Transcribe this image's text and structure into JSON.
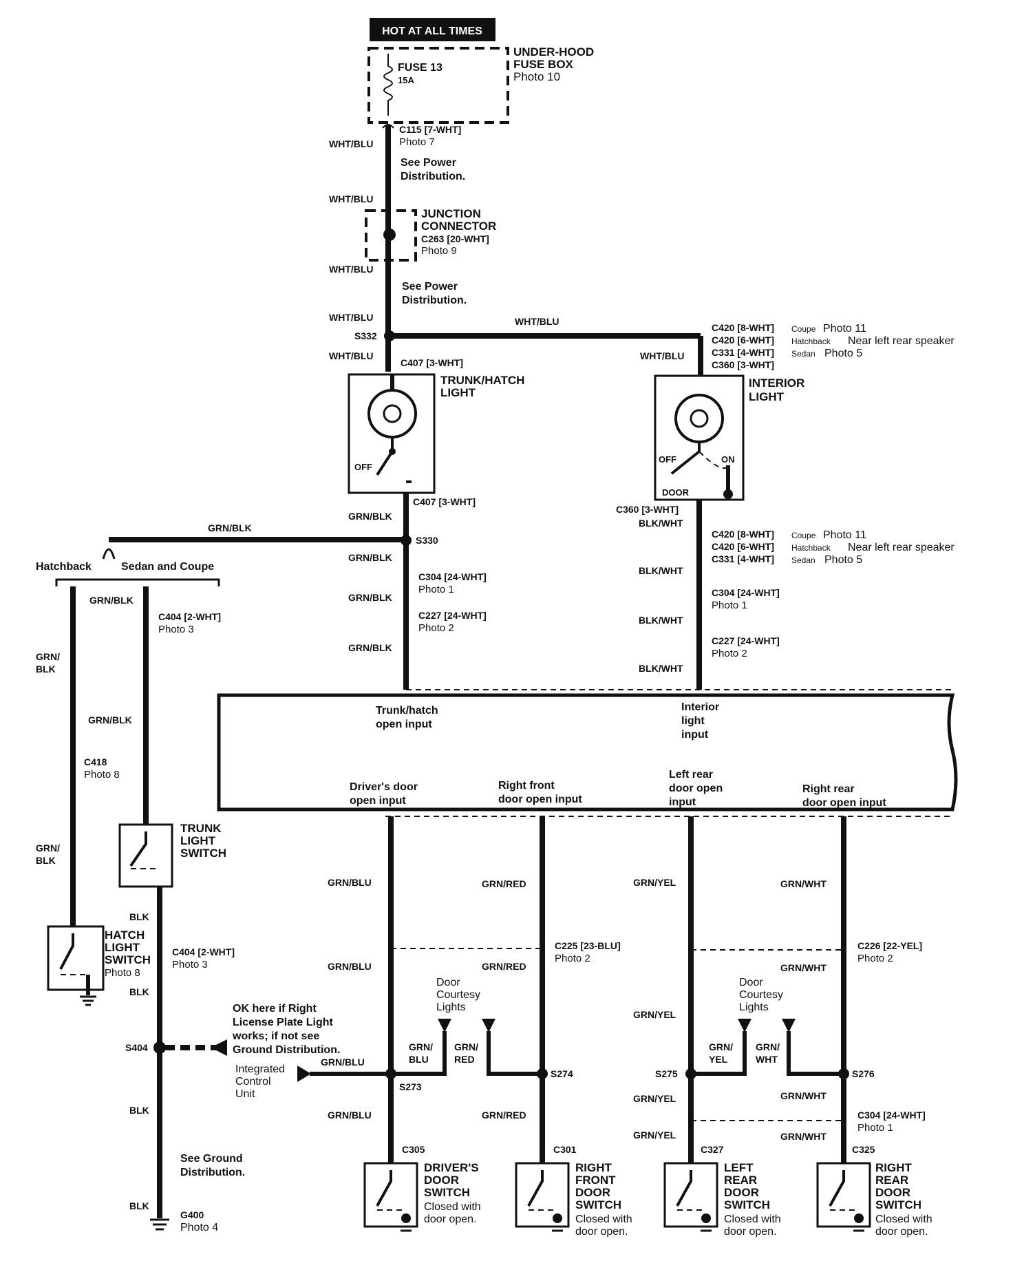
{
  "top": {
    "hot_at_all_times": "HOT AT ALL TIMES",
    "fusebox": [
      "UNDER-HOOD",
      "FUSE BOX",
      "Photo 10"
    ],
    "fuse": "FUSE 13",
    "fuse_amp": "15A",
    "c115": [
      "C115 [7-WHT]",
      "Photo 7"
    ],
    "see_power_1": [
      "See Power",
      "Distribution."
    ],
    "junction": [
      "JUNCTION",
      "CONNECTOR",
      "C263 [20-WHT]",
      "Photo 9"
    ],
    "see_power_2": [
      "See Power",
      "Distribution."
    ],
    "s332": "S332"
  },
  "wire_labels": {
    "wht_blu": "WHT/BLU",
    "grn_blk": "GRN/BLK",
    "grn_blk_split": [
      "GRN/",
      "BLK"
    ],
    "blk_wht": "BLK/WHT",
    "blk": "BLK",
    "grn_blu": "GRN/BLU",
    "grn_red": "GRN/RED",
    "grn_yel": "GRN/YEL",
    "grn_wht": "GRN/WHT",
    "grn_blu_split": [
      "GRN/",
      "BLU"
    ],
    "grn_red_split": [
      "GRN/",
      "RED"
    ],
    "grn_yel_split": [
      "GRN/",
      "YEL"
    ],
    "grn_wht_split": [
      "GRN/",
      "WHT"
    ]
  },
  "trunk_branch": {
    "c407_top": "C407 [3-WHT]",
    "title": [
      "TRUNK/HATCH",
      "LIGHT"
    ],
    "off": "OFF",
    "c407_bottom": "C407 [3-WHT]",
    "s330": "S330",
    "c304": [
      "C304 [24-WHT]",
      "Photo 1"
    ],
    "c227": [
      "C227 [24-WHT]",
      "Photo 2"
    ]
  },
  "interior_branch": {
    "connectors_top": [
      [
        "C420 [8-WHT]",
        "Coupe",
        "Photo 11"
      ],
      [
        "C420 [6-WHT]",
        "Hatchback",
        "Near left rear speaker"
      ],
      [
        "C331 [4-WHT]",
        "Sedan",
        "Photo 5"
      ],
      [
        "C360 [3-WHT]",
        "",
        ""
      ]
    ],
    "title": [
      "INTERIOR",
      "LIGHT"
    ],
    "off": "OFF",
    "on": "ON",
    "door": "DOOR",
    "c360_bottom": "C360 [3-WHT]",
    "connectors_mid": [
      [
        "C420 [8-WHT]",
        "Coupe",
        "Photo 11"
      ],
      [
        "C420 [6-WHT]",
        "Hatchback",
        "Near left rear speaker"
      ],
      [
        "C331 [4-WHT]",
        "Sedan",
        "Photo 5"
      ]
    ],
    "c304": [
      "C304 [24-WHT]",
      "Photo 1"
    ],
    "c227": [
      "C227 [24-WHT]",
      "Photo 2"
    ]
  },
  "left_branch": {
    "hatchback": "Hatchback",
    "sedan_coupe": "Sedan and Coupe",
    "c404_top": [
      "C404 [2-WHT]",
      "Photo 3"
    ],
    "c418": [
      "C418",
      "Photo 8"
    ],
    "trunk_switch": [
      "TRUNK",
      "LIGHT",
      "SWITCH"
    ],
    "hatch_switch": [
      "HATCH",
      "LIGHT",
      "SWITCH",
      "Photo 8"
    ],
    "c404_bottom": [
      "C404 [2-WHT]",
      "Photo 3"
    ],
    "s404": "S404",
    "ok_here": [
      "OK here if Right",
      "License Plate Light",
      "works; if not see",
      "Ground Distribution."
    ],
    "see_ground": [
      "See Ground",
      "Distribution."
    ],
    "g400": [
      "G400",
      "Photo 4"
    ]
  },
  "control_unit": {
    "trunk_input": [
      "Trunk/hatch",
      "open input"
    ],
    "interior_input": [
      "Interior",
      "light",
      "input"
    ],
    "driver_input": [
      "Driver's door",
      "open input"
    ],
    "rf_input": [
      "Right front",
      "door open input"
    ],
    "lr_input": [
      "Left rear",
      "door open",
      "input"
    ],
    "rr_input": [
      "Right rear",
      "door open input"
    ],
    "icu_label": [
      "Integrated",
      "Control",
      "Unit"
    ]
  },
  "door_section": {
    "c225": [
      "C225 [23-BLU]",
      "Photo 2"
    ],
    "c226": [
      "C226 [22-YEL]",
      "Photo 2"
    ],
    "courtesy": [
      "Door",
      "Courtesy",
      "Lights"
    ],
    "s273": "S273",
    "s274": "S274",
    "s275": "S275",
    "s276": "S276",
    "c304_rr": [
      "C304 [24-WHT]",
      "Photo 1"
    ],
    "c305": "C305",
    "c301": "C301",
    "c327": "C327",
    "c325": "C325",
    "driver_switch": [
      "DRIVER'S",
      "DOOR",
      "SWITCH"
    ],
    "rf_switch": [
      "RIGHT",
      "FRONT",
      "DOOR",
      "SWITCH"
    ],
    "lr_switch": [
      "LEFT",
      "REAR",
      "DOOR",
      "SWITCH"
    ],
    "rr_switch": [
      "RIGHT",
      "REAR",
      "DOOR",
      "SWITCH"
    ],
    "closed": [
      "Closed with",
      "door open."
    ]
  }
}
